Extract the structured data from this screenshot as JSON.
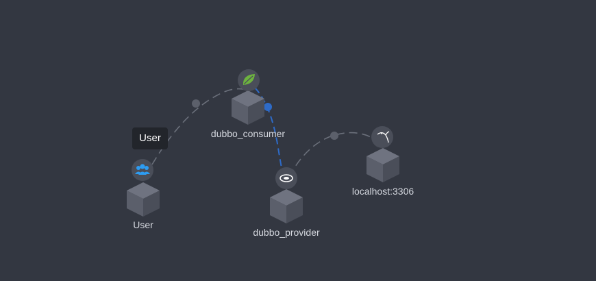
{
  "nodes": [
    {
      "id": "user",
      "label": "User",
      "icon": "user-group-icon",
      "icon_color": "#2d9cf2"
    },
    {
      "id": "consumer",
      "label": "dubbo_consumer",
      "icon": "spring-leaf-icon",
      "icon_color": "#6db33f"
    },
    {
      "id": "provider",
      "label": "dubbo_provider",
      "icon": "dubbo-icon",
      "icon_color": "#ffffff"
    },
    {
      "id": "mysql",
      "label": "localhost:3306",
      "icon": "mysql-dolphin-icon",
      "icon_color": "#ffffff"
    }
  ],
  "edges": [
    {
      "from": "user",
      "to": "consumer",
      "highlight": false
    },
    {
      "from": "consumer",
      "to": "provider",
      "highlight": true
    },
    {
      "from": "provider",
      "to": "mysql",
      "highlight": false
    }
  ],
  "tooltip": {
    "text": "User"
  },
  "colors": {
    "background": "#333741",
    "edge": "#6b707b",
    "edge_highlight": "#2e6bc8",
    "cube_top": "#6f7380",
    "cube_left": "#5b5f6b",
    "cube_right": "#4a4e59"
  }
}
